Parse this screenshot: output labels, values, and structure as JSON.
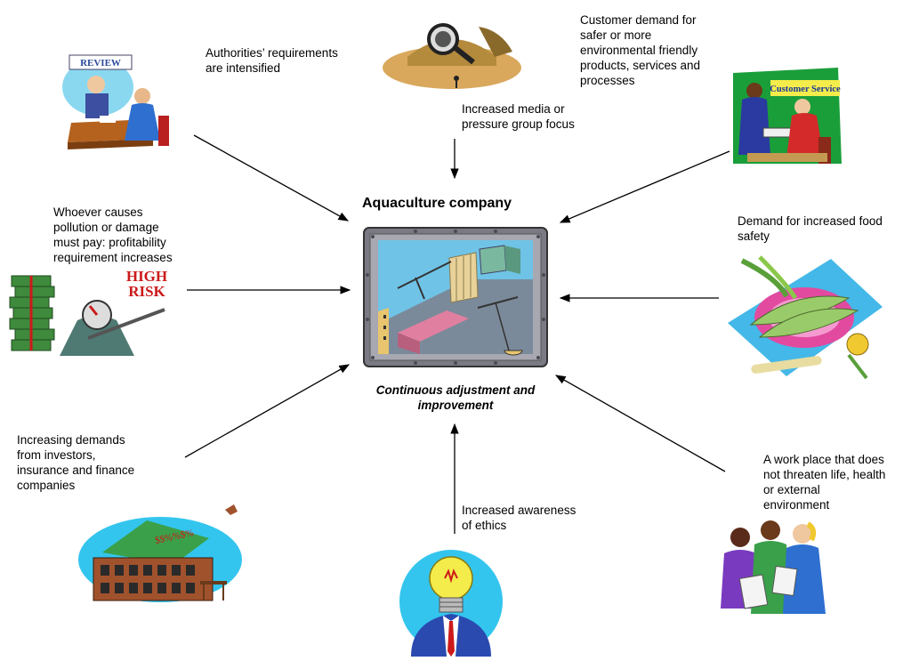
{
  "center": {
    "title": "Aquaculture company",
    "subtitle": "Continuous adjustment and\nimprovement"
  },
  "factors": [
    {
      "id": "authorities",
      "text": "Authorities’ requirements\nare intensified",
      "icon": "review-meeting-icon",
      "sign_text": "REVIEW"
    },
    {
      "id": "media",
      "text": "Increased media or\npressure group focus",
      "icon": "magnifier-inspector-icon"
    },
    {
      "id": "customer",
      "text": "Customer demand for\nsafer or more\nenvironmental friendly\nproducts, services and\nprocesses",
      "icon": "customer-service-icon",
      "sign_text": "Customer Service"
    },
    {
      "id": "polluter",
      "text": "Whoever causes\npollution or damage\nmust pay: profitability\nrequirement increases",
      "icon": "high-risk-money-scale-icon",
      "sign_text": "HIGH\nRISK"
    },
    {
      "id": "food_safety",
      "text": "Demand for increased food\nsafety",
      "icon": "fish-plate-icon"
    },
    {
      "id": "investors",
      "text": "Increasing demands\nfrom investors,\ninsurance and finance\ncompanies",
      "icon": "finance-building-icon",
      "sign_text": "$$%%$%"
    },
    {
      "id": "ethics",
      "text": "Increased awareness\nof ethics",
      "icon": "lightbulb-head-icon"
    },
    {
      "id": "workplace",
      "text": "A work place that does\nnot threaten life, health\nor external\nenvironment",
      "icon": "workers-group-icon"
    }
  ],
  "colors": {
    "arrow": "#000000",
    "frame": "#8c8c96",
    "green_bg": "#1a9e3a",
    "cyan": "#33c5ee",
    "money": "#3f8a3c",
    "risk_red": "#cc1a1a"
  }
}
